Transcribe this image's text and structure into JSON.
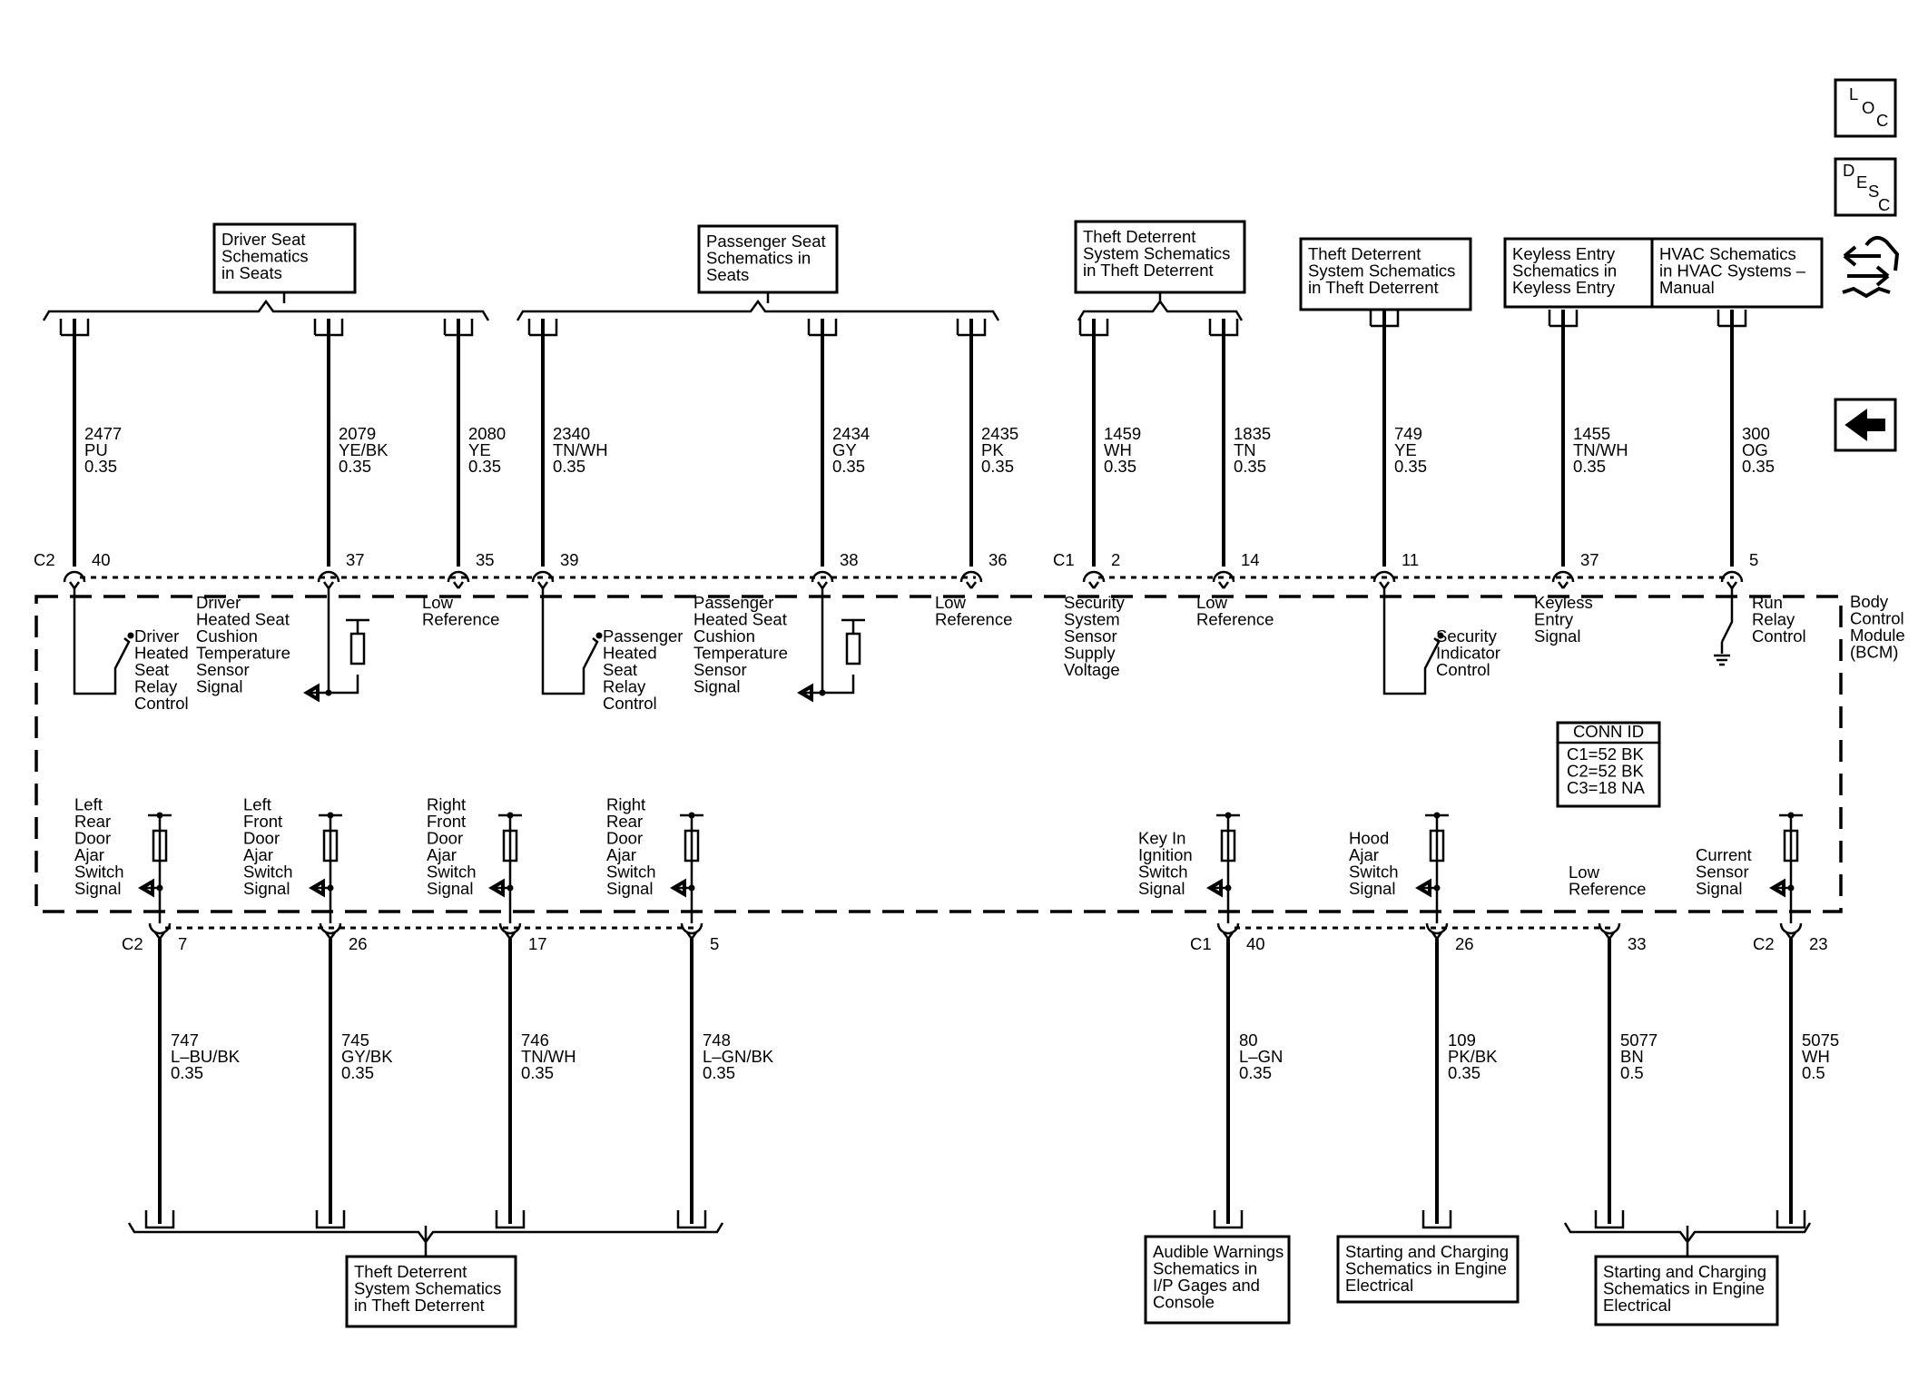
{
  "nav_buttons": [
    {
      "id": "loc",
      "letters": [
        "L",
        "O",
        "C"
      ]
    },
    {
      "id": "desc",
      "letters": [
        "D",
        "E",
        "S",
        "C"
      ]
    }
  ],
  "nav_icons": {
    "swap": "swap-vehicle-icon",
    "back": "back-arrow-icon"
  },
  "module": {
    "lines": [
      "Body",
      "Control",
      "Module",
      "(BCM)"
    ]
  },
  "conn_id": {
    "title": "CONN ID",
    "rows": [
      "C1=52 BK",
      "C2=52 BK",
      "C3=18 NA"
    ]
  },
  "ref_boxes": [
    {
      "id": "driver-seat",
      "lines": [
        "Driver Seat",
        "Schematics",
        "in Seats"
      ]
    },
    {
      "id": "passenger-seat",
      "lines": [
        "Passenger Seat",
        "Schematics in",
        "Seats"
      ]
    },
    {
      "id": "theft-top-1",
      "lines": [
        "Theft Deterrent",
        "System Schematics",
        "in Theft Deterrent"
      ]
    },
    {
      "id": "theft-top-2",
      "lines": [
        "Theft Deterrent",
        "System Schematics",
        "in Theft Deterrent"
      ]
    },
    {
      "id": "keyless",
      "lines": [
        "Keyless Entry",
        "Schematics in",
        "Keyless Entry"
      ]
    },
    {
      "id": "hvac",
      "lines": [
        "HVAC Schematics",
        "in HVAC Systems –",
        "Manual"
      ]
    },
    {
      "id": "theft-bottom",
      "lines": [
        "Theft Deterrent",
        "System Schematics",
        "in Theft Deterrent"
      ]
    },
    {
      "id": "audible",
      "lines": [
        "Audible Warnings",
        "Schematics in",
        "I/P Gages and",
        "Console"
      ]
    },
    {
      "id": "starting-1",
      "lines": [
        "Starting and Charging",
        "Schematics in Engine",
        "Electrical"
      ]
    },
    {
      "id": "starting-2",
      "lines": [
        "Starting and Charging",
        "Schematics in Engine",
        "Electrical"
      ]
    }
  ],
  "top_circuits": [
    {
      "circuit": "2477",
      "color": "PU",
      "gauge": "0.35",
      "pin": "40",
      "connector": "C2",
      "label": [
        "Driver",
        "Heated",
        "Seat",
        "Relay",
        "Control"
      ]
    },
    {
      "circuit": "2079",
      "color": "YE/BK",
      "gauge": "0.35",
      "pin": "37",
      "connector": "",
      "label": [
        "Driver",
        "Heated Seat",
        "Cushion",
        "Temperature",
        "Sensor",
        "Signal"
      ]
    },
    {
      "circuit": "2080",
      "color": "YE",
      "gauge": "0.35",
      "pin": "35",
      "connector": "",
      "label": [
        "Low",
        "Reference"
      ]
    },
    {
      "circuit": "2340",
      "color": "TN/WH",
      "gauge": "0.35",
      "pin": "39",
      "connector": "",
      "label": [
        "Passenger",
        "Heated",
        "Seat",
        "Relay",
        "Control"
      ]
    },
    {
      "circuit": "2434",
      "color": "GY",
      "gauge": "0.35",
      "pin": "38",
      "connector": "",
      "label": [
        "Passenger",
        "Heated Seat",
        "Cushion",
        "Temperature",
        "Sensor",
        "Signal"
      ]
    },
    {
      "circuit": "2435",
      "color": "PK",
      "gauge": "0.35",
      "pin": "36",
      "connector": "",
      "label": [
        "Low",
        "Reference"
      ]
    },
    {
      "circuit": "1459",
      "color": "WH",
      "gauge": "0.35",
      "pin": "2",
      "connector": "C1",
      "label": [
        "Security",
        "System",
        "Sensor",
        "Supply",
        "Voltage"
      ]
    },
    {
      "circuit": "1835",
      "color": "TN",
      "gauge": "0.35",
      "pin": "14",
      "connector": "",
      "label": [
        "Low",
        "Reference"
      ]
    },
    {
      "circuit": "749",
      "color": "YE",
      "gauge": "0.35",
      "pin": "11",
      "connector": "",
      "label": [
        "Security",
        "Indicator",
        "Control"
      ]
    },
    {
      "circuit": "1455",
      "color": "TN/WH",
      "gauge": "0.35",
      "pin": "37",
      "connector": "",
      "label": [
        "Keyless",
        "Entry",
        "Signal"
      ]
    },
    {
      "circuit": "300",
      "color": "OG",
      "gauge": "0.35",
      "pin": "5",
      "connector": "",
      "label": [
        "Run",
        "Relay",
        "Control"
      ]
    }
  ],
  "bottom_circuits": [
    {
      "circuit": "747",
      "color": "L–BU/BK",
      "gauge": "0.35",
      "pin": "7",
      "connector": "C2",
      "label": [
        "Left",
        "Rear",
        "Door",
        "Ajar",
        "Switch",
        "Signal"
      ]
    },
    {
      "circuit": "745",
      "color": "GY/BK",
      "gauge": "0.35",
      "pin": "26",
      "connector": "",
      "label": [
        "Left",
        "Front",
        "Door",
        "Ajar",
        "Switch",
        "Signal"
      ]
    },
    {
      "circuit": "746",
      "color": "TN/WH",
      "gauge": "0.35",
      "pin": "17",
      "connector": "",
      "label": [
        "Right",
        "Front",
        "Door",
        "Ajar",
        "Switch",
        "Signal"
      ]
    },
    {
      "circuit": "748",
      "color": "L–GN/BK",
      "gauge": "0.35",
      "pin": "5",
      "connector": "",
      "label": [
        "Right",
        "Rear",
        "Door",
        "Ajar",
        "Switch",
        "Signal"
      ]
    },
    {
      "circuit": "80",
      "color": "L–GN",
      "gauge": "0.35",
      "pin": "40",
      "connector": "C1",
      "label": [
        "Key In",
        "Ignition",
        "Switch",
        "Signal"
      ]
    },
    {
      "circuit": "109",
      "color": "PK/BK",
      "gauge": "0.35",
      "pin": "26",
      "connector": "",
      "label": [
        "Hood",
        "Ajar",
        "Switch",
        "Signal"
      ]
    },
    {
      "circuit": "5077",
      "color": "BN",
      "gauge": "0.5",
      "pin": "33",
      "connector": "",
      "label": [
        "Low",
        "Reference"
      ]
    },
    {
      "circuit": "5075",
      "color": "WH",
      "gauge": "0.5",
      "pin": "23",
      "connector": "C2",
      "label": [
        "Current",
        "Sensor",
        "Signal"
      ]
    }
  ]
}
